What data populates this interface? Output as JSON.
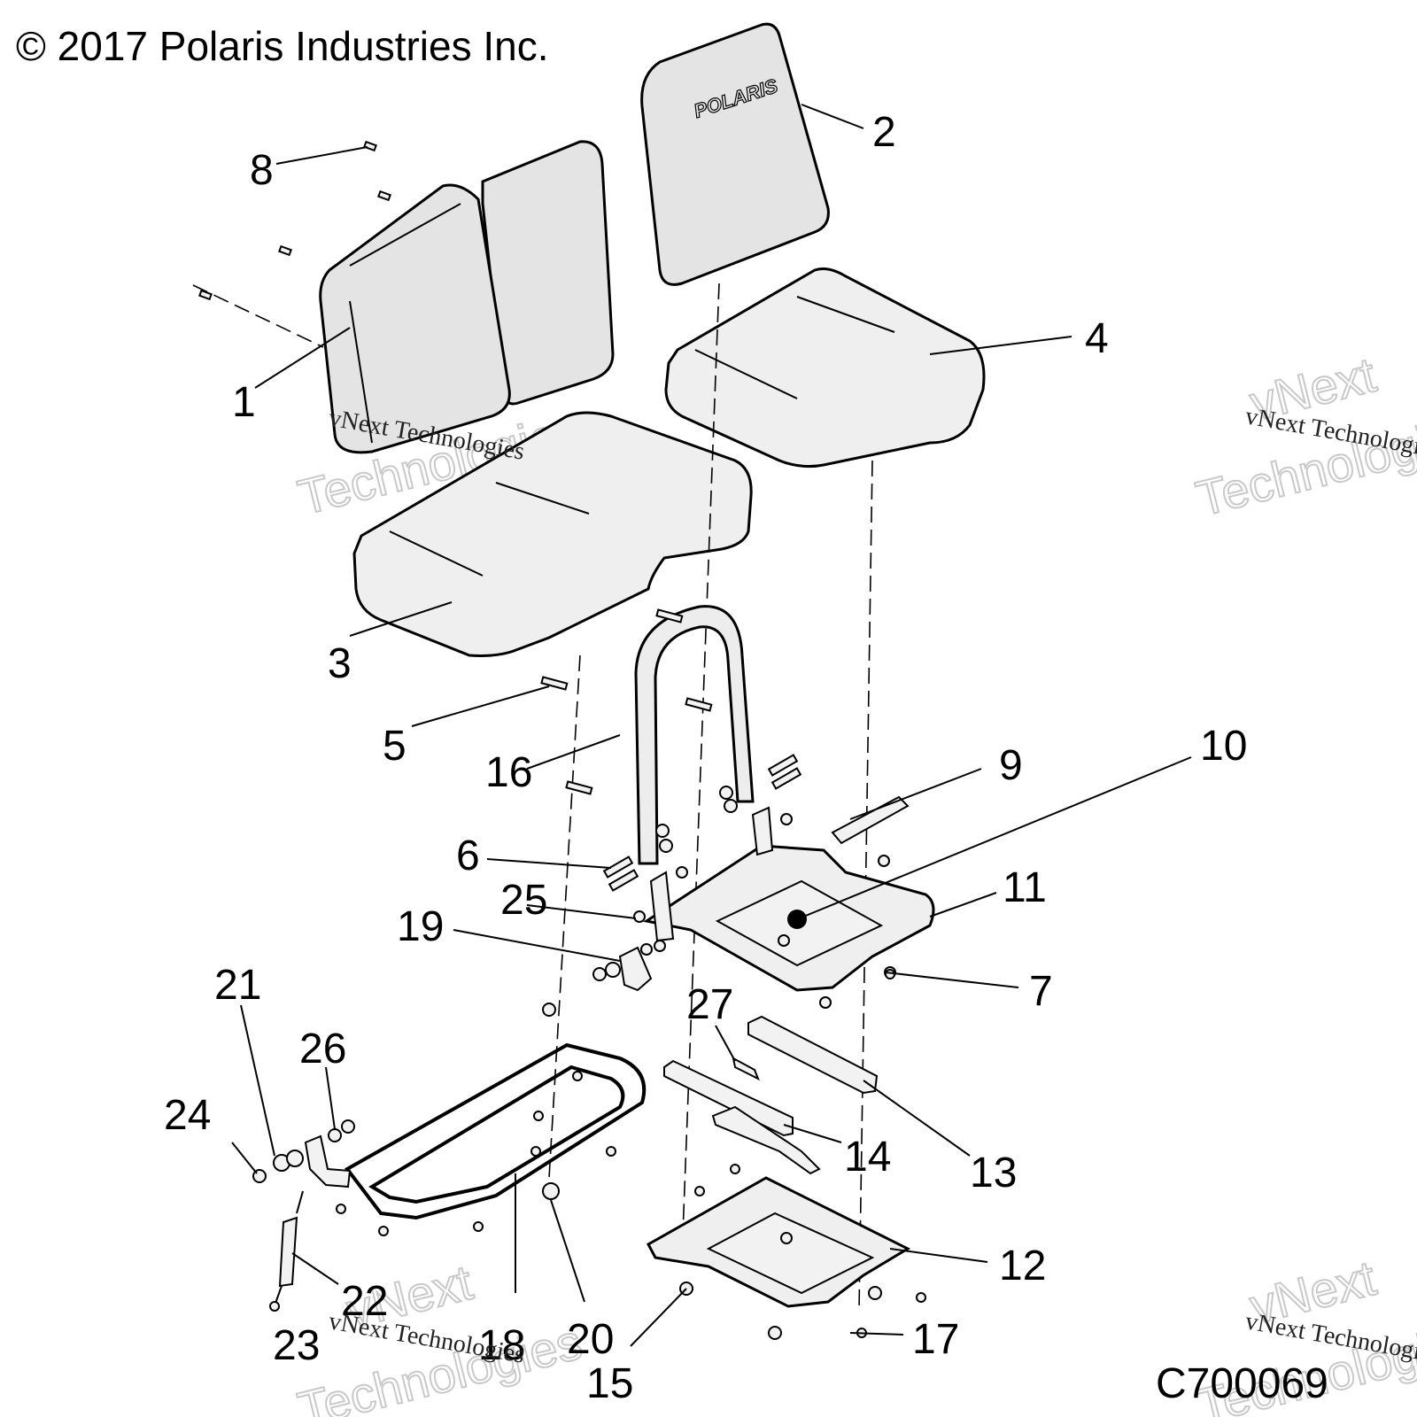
{
  "copyright": "© 2017 Polaris Industries Inc.",
  "drawing_code": "C700069",
  "seat_logo": "POLARIS",
  "watermark": {
    "small": "vNext Technologies",
    "big_line1": "vNext",
    "big_line2": "Technologies"
  },
  "callouts": [
    {
      "id": "1",
      "text": "1"
    },
    {
      "id": "2",
      "text": "2"
    },
    {
      "id": "3",
      "text": "3"
    },
    {
      "id": "4",
      "text": "4"
    },
    {
      "id": "5",
      "text": "5"
    },
    {
      "id": "6",
      "text": "6"
    },
    {
      "id": "7",
      "text": "7"
    },
    {
      "id": "8",
      "text": "8"
    },
    {
      "id": "9",
      "text": "9"
    },
    {
      "id": "10",
      "text": "10"
    },
    {
      "id": "11",
      "text": "11"
    },
    {
      "id": "12",
      "text": "12"
    },
    {
      "id": "13",
      "text": "13"
    },
    {
      "id": "14",
      "text": "14"
    },
    {
      "id": "15",
      "text": "15"
    },
    {
      "id": "16",
      "text": "16"
    },
    {
      "id": "17",
      "text": "17"
    },
    {
      "id": "18",
      "text": "18"
    },
    {
      "id": "19",
      "text": "19"
    },
    {
      "id": "20",
      "text": "20"
    },
    {
      "id": "21",
      "text": "21"
    },
    {
      "id": "22",
      "text": "22"
    },
    {
      "id": "23",
      "text": "23"
    },
    {
      "id": "24",
      "text": "24"
    },
    {
      "id": "25",
      "text": "25"
    },
    {
      "id": "26",
      "text": "26"
    },
    {
      "id": "27",
      "text": "27"
    }
  ]
}
